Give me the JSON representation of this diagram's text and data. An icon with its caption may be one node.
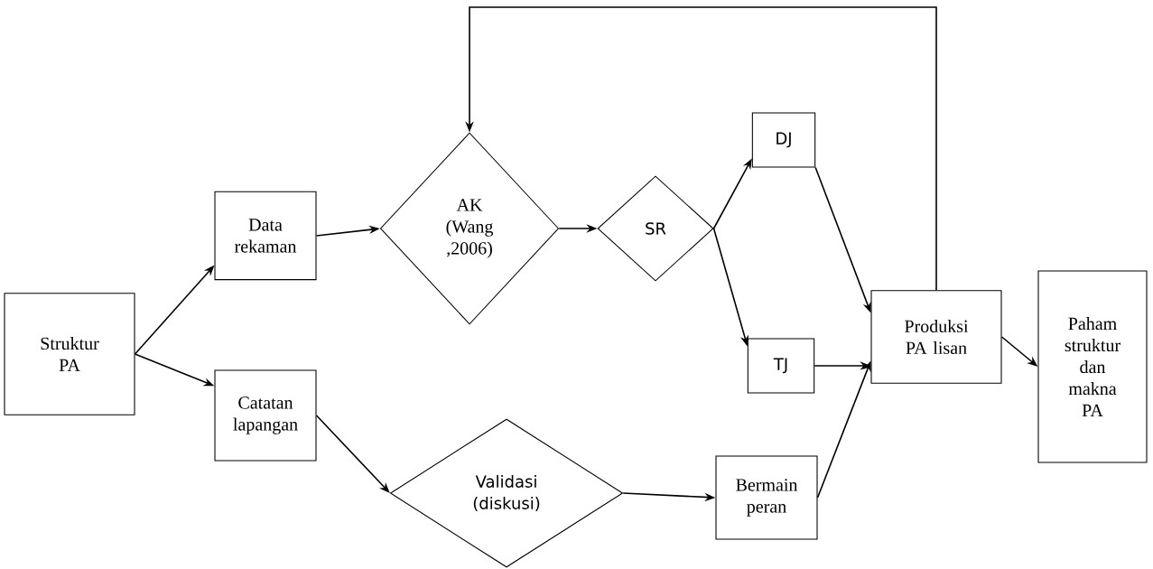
{
  "diagram": {
    "nodes": [
      {
        "text": [
          "Struktur PA"
        ]
      },
      {
        "text": [
          "Data rekaman"
        ]
      },
      {
        "text": [
          "AK (Wang ,2006)"
        ]
      },
      {
        "text": [
          "SR"
        ]
      },
      {
        "text": [
          "DJ"
        ]
      },
      {
        "text": [
          "TJ"
        ]
      },
      {
        "text": [
          "Catatan lapangan"
        ]
      },
      {
        "text": [
          "Validasi (diskusi)"
        ]
      },
      {
        "text": [
          "Bermain peran"
        ]
      },
      {
        "text": [
          "Produksi PA lisan"
        ]
      },
      {
        "text": [
          "Paham struktur dan makna PA"
        ]
      }
    ],
    "edges": [
      {
        "from": 0,
        "to": 1,
        "arrow": "to"
      },
      {
        "from": 0,
        "to": 6,
        "arrow": "to"
      },
      {
        "from": 1,
        "to": 2,
        "arrow": "to"
      },
      {
        "from": 2,
        "to": 3,
        "arrow": "to"
      },
      {
        "from": 3,
        "to": 4,
        "arrow": "to"
      },
      {
        "from": 3,
        "to": 5,
        "arrow": "to"
      },
      {
        "from": 4,
        "to": 9,
        "arrow": "to"
      },
      {
        "from": 5,
        "to": 9,
        "arrow": "to"
      },
      {
        "from": 6,
        "to": 7,
        "arrow": "to"
      },
      {
        "from": 7,
        "to": 8,
        "arrow": "to"
      },
      {
        "from": 8,
        "to": 9,
        "arrow": "to"
      },
      {
        "from": 9,
        "to": 10,
        "arrow": "to"
      },
      {
        "from": 9,
        "to": 2,
        "arrow": "to"
      }
    ]
  }
}
